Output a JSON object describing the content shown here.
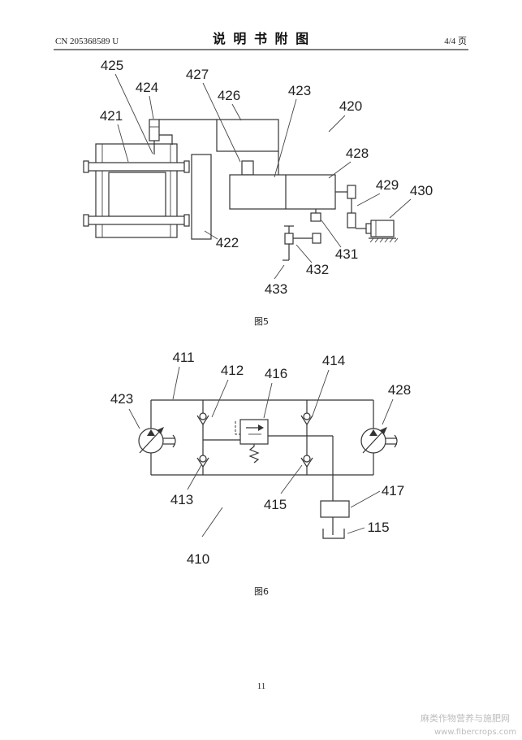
{
  "header": {
    "doc_number": "CN 205368589 U",
    "title": "说 明 书 附 图",
    "page_of": "4/4 页"
  },
  "fig5": {
    "caption": "图5",
    "refs": {
      "r420": "420",
      "r421": "421",
      "r422": "422",
      "r423": "423",
      "r424": "424",
      "r425": "425",
      "r426": "426",
      "r427": "427",
      "r428": "428",
      "r429": "429",
      "r430": "430",
      "r431": "431",
      "r432": "432",
      "r433": "433"
    }
  },
  "fig6": {
    "caption": "图6",
    "refs": {
      "r410": "410",
      "r411": "411",
      "r412": "412",
      "r413": "413",
      "r414": "414",
      "r415": "415",
      "r416": "416",
      "r417": "417",
      "r423": "423",
      "r428": "428",
      "r115": "115"
    }
  },
  "footer": {
    "page_number": "11"
  },
  "watermark": {
    "site_name": "麻类作物营养与施肥网",
    "url": "www.fibercrops.com"
  }
}
